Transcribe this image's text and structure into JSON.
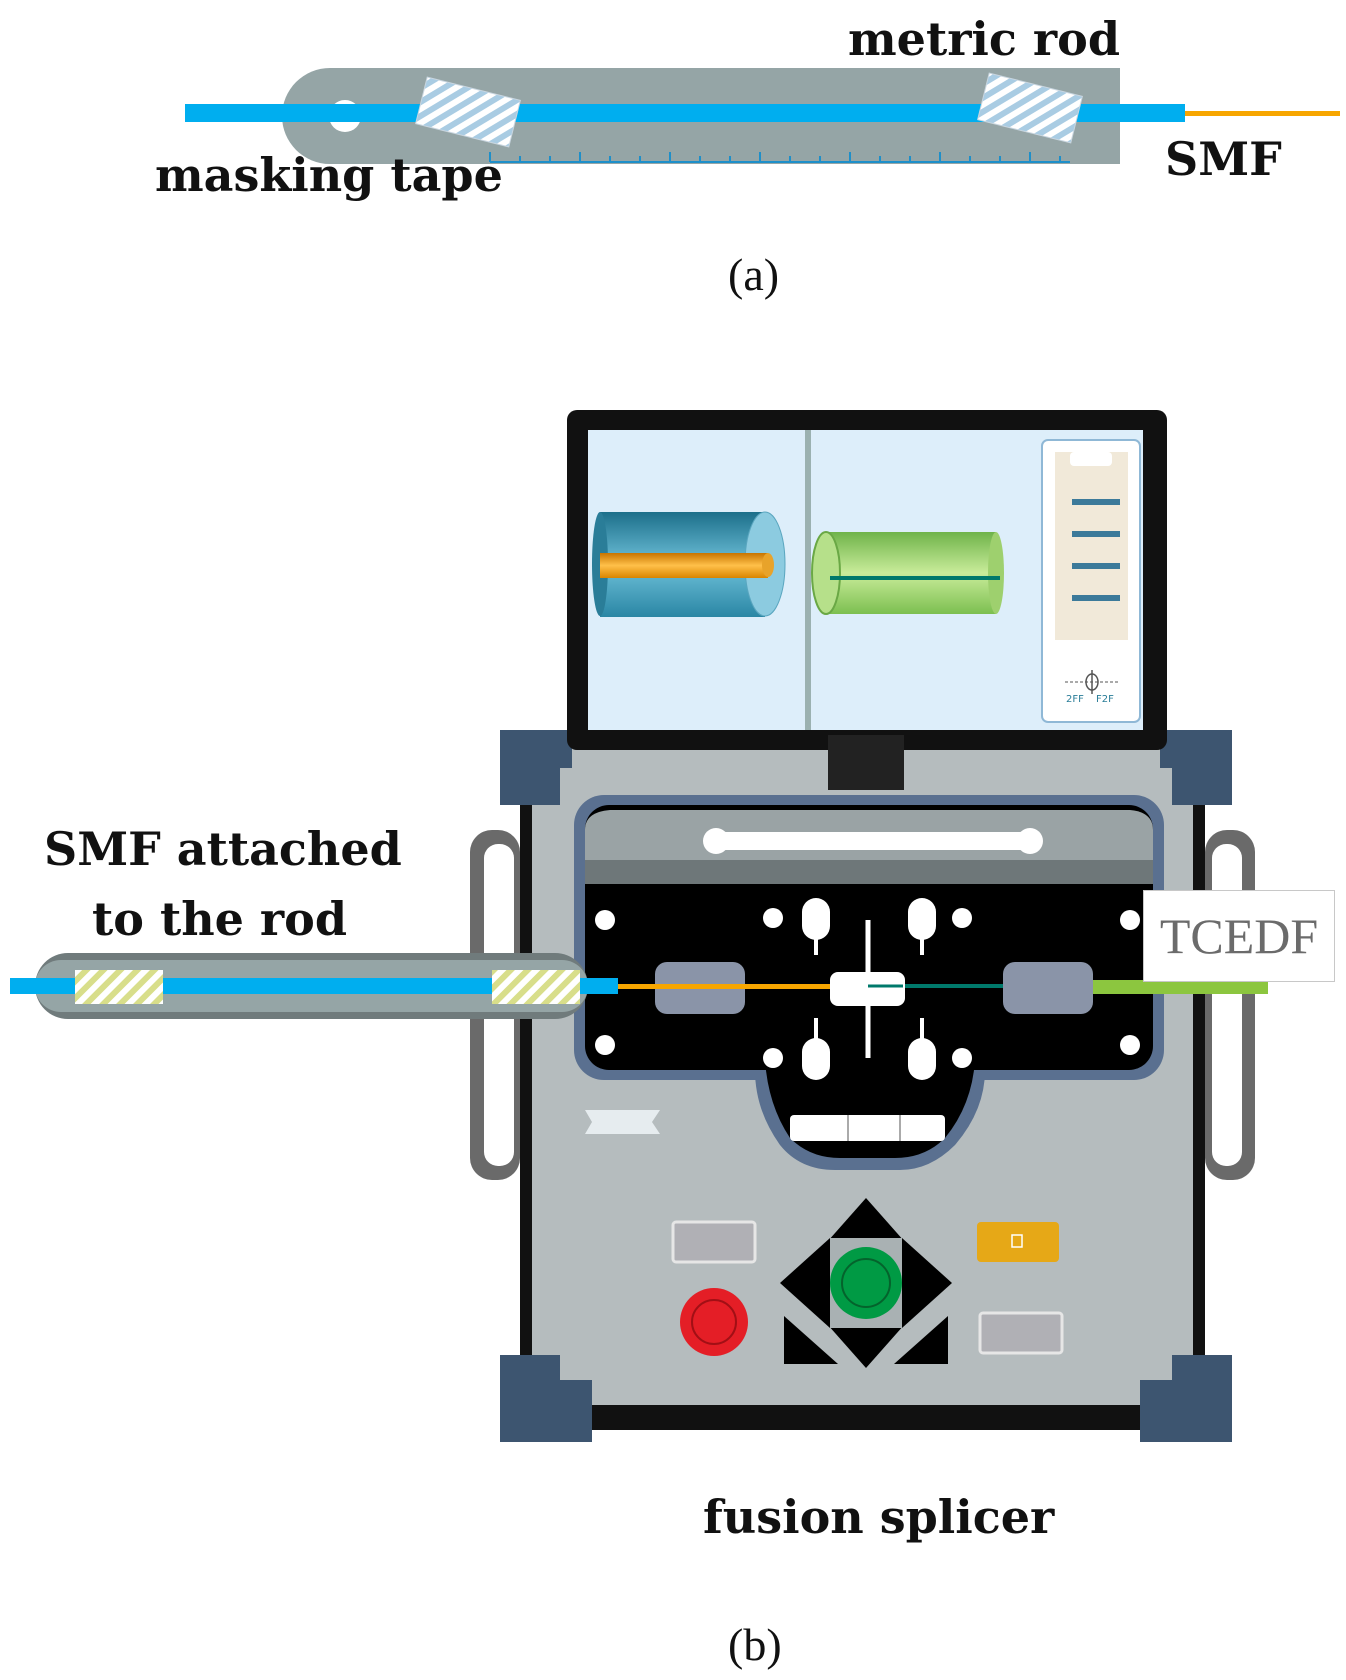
{
  "panel_a": {
    "label_metric_rod": "metric rod",
    "label_masking_tape": "masking tape",
    "label_smf": "SMF",
    "caption": "(a)"
  },
  "panel_b": {
    "label_smf_attached_line1": "SMF attached",
    "label_smf_attached_line2": "to the rod",
    "label_tcedf": "TCEDF",
    "label_fusion_splicer": "fusion splicer",
    "caption": "(b)",
    "screen_scale_left": "2FF",
    "screen_scale_right": "F2F"
  },
  "colors": {
    "fiber_blue": "#00aeef",
    "smf_orange": "#f7a600",
    "tcedf_green": "#8cc63f",
    "rod_gray": "#95a5a6",
    "bumper_navy": "#3d5570",
    "body_gray": "#b5bcbe",
    "green_button": "#009a44",
    "red_button": "#e41e26",
    "yellow_button": "#e6a817"
  }
}
